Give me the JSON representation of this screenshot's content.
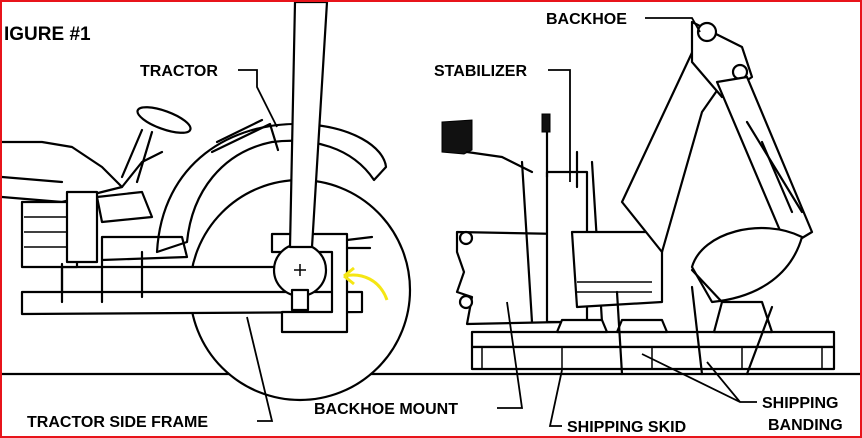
{
  "figure": {
    "title": "IGURE #1",
    "labels": {
      "tractor": "TRACTOR",
      "stabilizer": "STABILIZER",
      "backhoe": "BACKHOE",
      "tractor_side_frame": "TRACTOR SIDE FRAME",
      "backhoe_mount": "BACKHOE MOUNT",
      "shipping_skid": "SHIPPING SKID",
      "shipping_banding_line1": "SHIPPING",
      "shipping_banding_line2": "BANDING"
    },
    "colors": {
      "border": "#e8141b",
      "arrow": "#f5e614",
      "ink": "#000000"
    }
  }
}
